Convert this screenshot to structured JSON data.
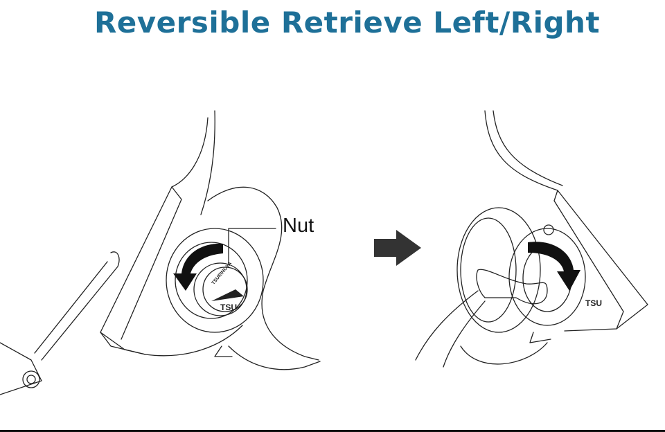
{
  "title": "Reversible Retrieve Left/Right",
  "callout": {
    "label": "Nut"
  },
  "logo": {
    "brand_arc": "TSURINOYA",
    "brand_mark": "TSU"
  },
  "colors": {
    "title": "#1e7098",
    "arrows": "#222222"
  }
}
